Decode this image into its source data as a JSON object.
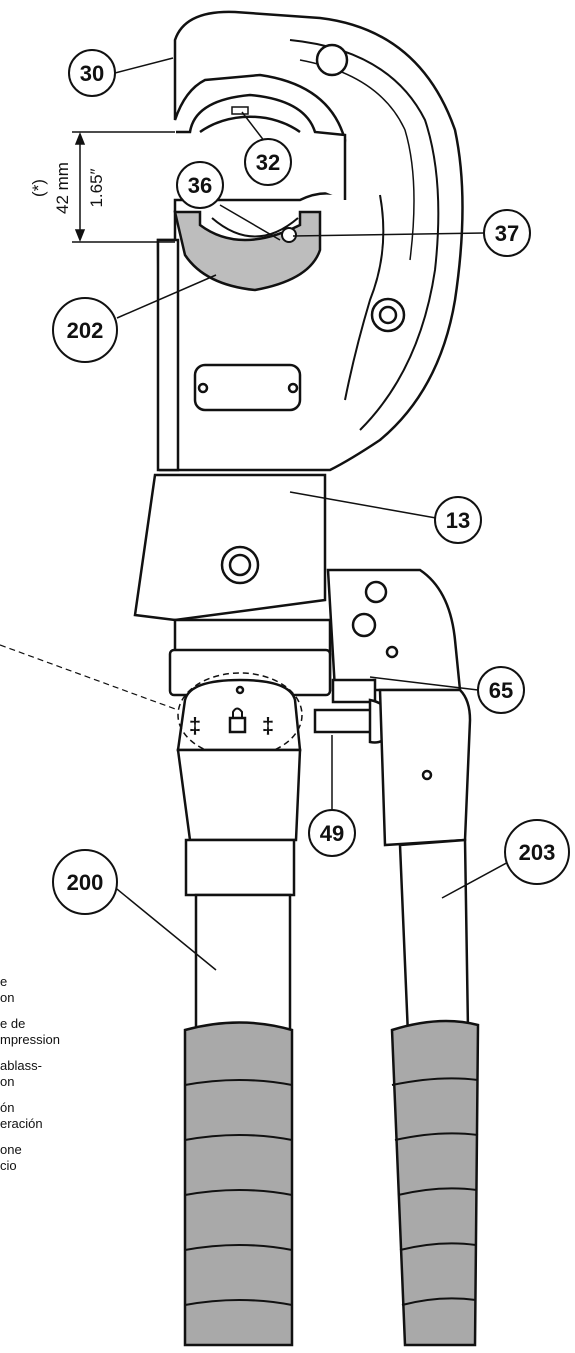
{
  "dimension": {
    "note": "(*)",
    "metric": "42 mm",
    "imperial": "1.65″"
  },
  "callouts": [
    {
      "id": "c30",
      "label": "30"
    },
    {
      "id": "c32",
      "label": "32"
    },
    {
      "id": "c36",
      "label": "36"
    },
    {
      "id": "c37",
      "label": "37"
    },
    {
      "id": "c202",
      "label": "202"
    },
    {
      "id": "c13",
      "label": "13"
    },
    {
      "id": "c65",
      "label": "65"
    },
    {
      "id": "c49",
      "label": "49"
    },
    {
      "id": "c200",
      "label": "200"
    },
    {
      "id": "c203",
      "label": "203"
    }
  ],
  "legend_fragments": [
    [
      "e",
      "on"
    ],
    [
      "e de",
      "mpression"
    ],
    [
      "ablass-",
      "on"
    ],
    [
      "ón",
      "eración"
    ],
    [
      "one",
      "cio"
    ]
  ],
  "mode_symbols": [
    "‡",
    "‡"
  ]
}
